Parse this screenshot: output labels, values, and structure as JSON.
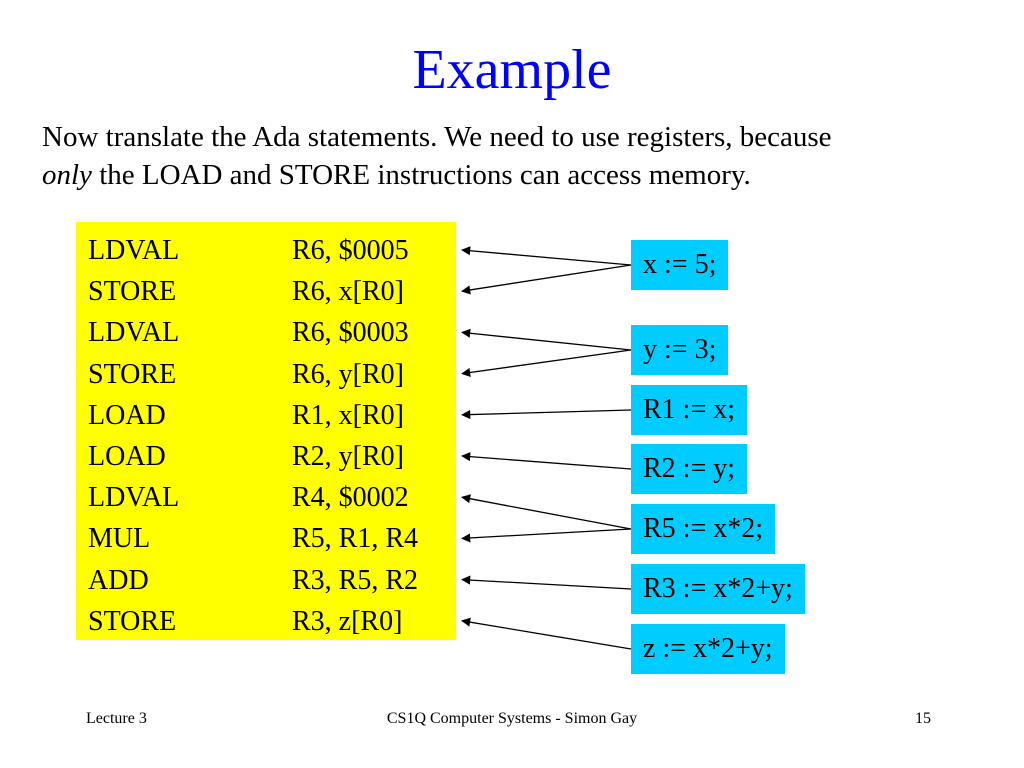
{
  "slide": {
    "title": "Example",
    "intro_line1": "Now translate the Ada statements. We need to use registers, because",
    "intro_emphasis": "only",
    "intro_line2_rest": " the LOAD and STORE instructions can access memory."
  },
  "code": [
    {
      "op": "LDVAL",
      "args": "R6, $0005"
    },
    {
      "op": "STORE",
      "args": "R6, x[R0]"
    },
    {
      "op": "LDVAL",
      "args": "R6, $0003"
    },
    {
      "op": "STORE",
      "args": "R6, y[R0]"
    },
    {
      "op": "LOAD",
      "args": "R1, x[R0]"
    },
    {
      "op": "LOAD",
      "args": "R2, y[R0]"
    },
    {
      "op": "LDVAL",
      "args": "R4, $0002"
    },
    {
      "op": "MUL",
      "args": "R5, R1, R4"
    },
    {
      "op": "ADD",
      "args": "R3, R5, R2"
    },
    {
      "op": "STORE",
      "args": "R3, z[R0]"
    }
  ],
  "statements": [
    {
      "text": "x := 5;",
      "targets": [
        0,
        1
      ]
    },
    {
      "text": "y := 3;",
      "targets": [
        2,
        3
      ]
    },
    {
      "text": "R1 := x;",
      "targets": [
        4
      ]
    },
    {
      "text": "R2 := y;",
      "targets": [
        5
      ]
    },
    {
      "text": "R5 := x*2;",
      "targets": [
        6,
        7
      ]
    },
    {
      "text": "R3 := x*2+y;",
      "targets": [
        8
      ]
    },
    {
      "text": "z := x*2+y;",
      "targets": [
        9
      ]
    }
  ],
  "footer": {
    "left": "Lecture 3",
    "center": "CS1Q Computer Systems - Simon Gay",
    "right": "15"
  },
  "colors": {
    "title": "#0000ff",
    "code_background": "#ffff00",
    "statement_background": "#00ccff"
  }
}
